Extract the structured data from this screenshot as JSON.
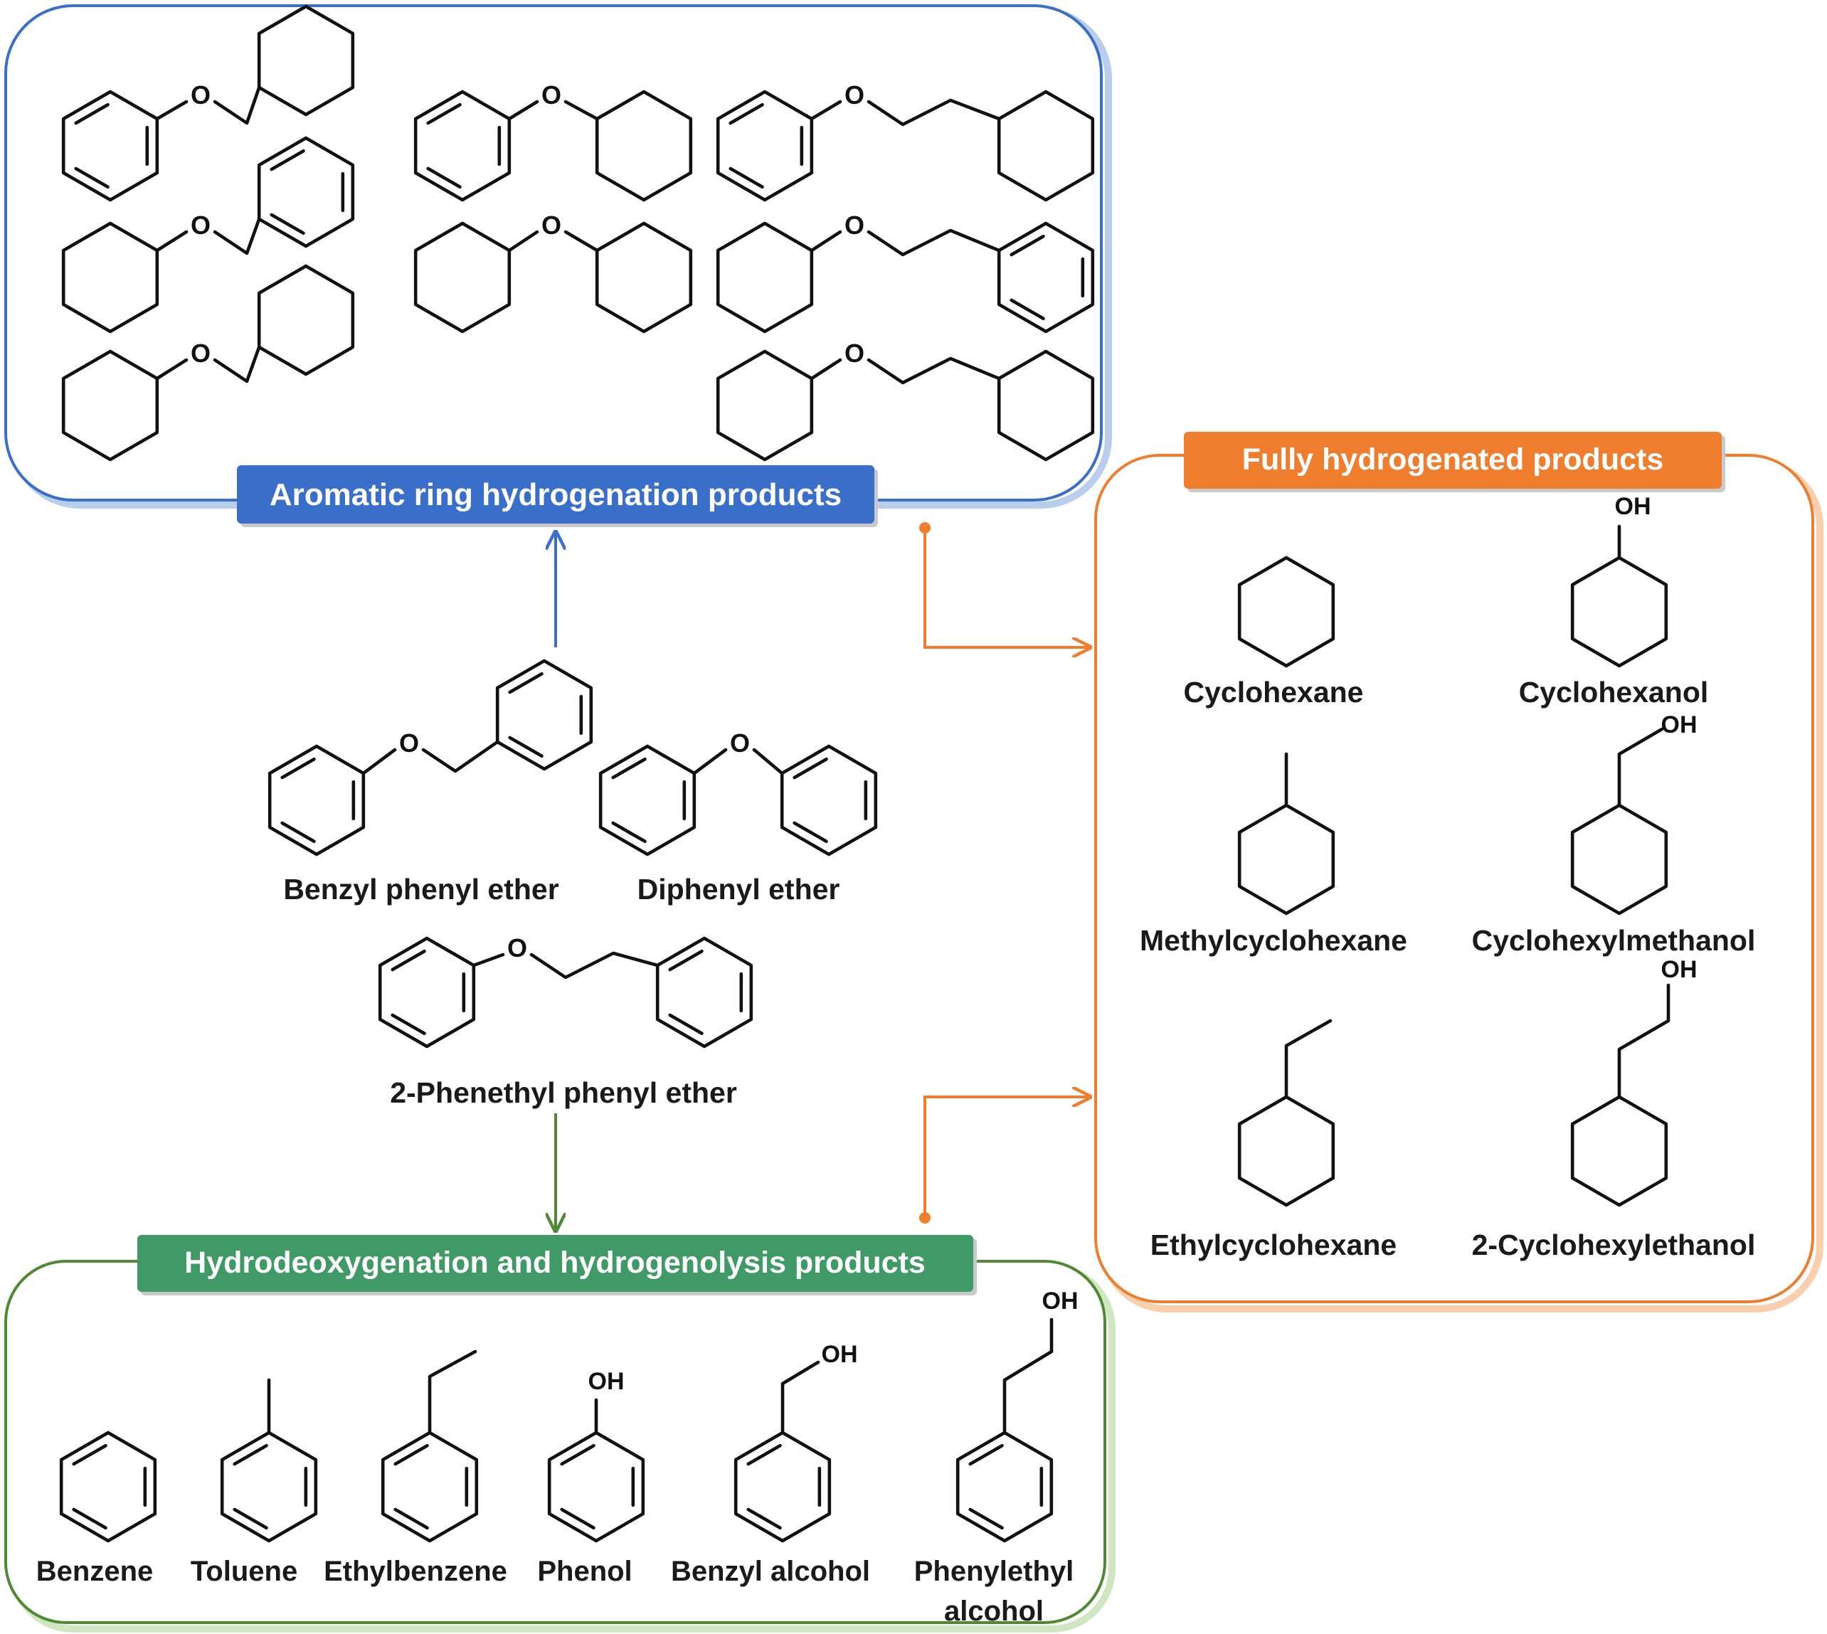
{
  "colors": {
    "blue": "#3a6fc9",
    "blue_shadow": "#b9cdec",
    "orange": "#ef7d2e",
    "orange_shadow": "#f9cfae",
    "green": "#4e8a34",
    "green_shadow": "#cfe6c0",
    "green_label": "#3f9a66"
  },
  "boxes": {
    "aromatic_title": "Aromatic ring hydrogenation products",
    "fully_title": "Fully hydrogenated products",
    "hdo_title": "Hydrodeoxygenation and hydrogenolysis products"
  },
  "atoms": {
    "O": "O",
    "OH": "OH"
  },
  "reactants": {
    "benzyl_phenyl_ether": "Benzyl phenyl ether",
    "diphenyl_ether": "Diphenyl ether",
    "phenethyl_phenyl_ether": "2-Phenethyl phenyl ether"
  },
  "fully_products": {
    "cyclohexane": "Cyclohexane",
    "cyclohexanol": "Cyclohexanol",
    "methylcyclohexane": "Methylcyclohexane",
    "cyclohexylmethanol": "Cyclohexylmethanol",
    "ethylcyclohexane": "Ethylcyclohexane",
    "cyclohexylethanol": "2-Cyclohexylethanol"
  },
  "hdo_products": {
    "benzene": "Benzene",
    "toluene": "Toluene",
    "ethylbenzene": "Ethylbenzene",
    "phenol": "Phenol",
    "benzyl_alcohol": "Benzyl alcohol",
    "phenylethyl_1": "Phenylethyl",
    "phenylethyl_2": "alcohol"
  }
}
